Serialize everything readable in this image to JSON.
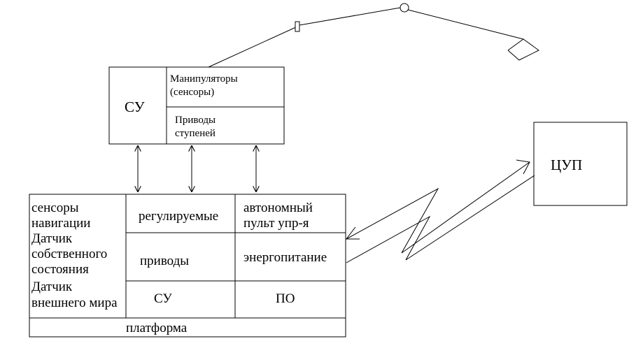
{
  "control_unit": {
    "title": "СУ",
    "manipulators_line1": "Манипуляторы",
    "manipulators_line2": "(сенсоры)",
    "drives_line1": "Приводы",
    "drives_line2": "ступеней"
  },
  "central_post": {
    "title": "ЦУП"
  },
  "platform_block": {
    "sensors": {
      "line1": "сенсоры",
      "line2": "навигации",
      "line3": "Датчик",
      "line4": "собственного",
      "line5": "состояния",
      "line6": "Датчик",
      "line7": "внешнего мира"
    },
    "adjustable": "регулируемые",
    "drives": "приводы",
    "control_system": "СУ",
    "autonomous_line1": "автономный",
    "autonomous_line2": "пульт упр-я",
    "power_supply": "энергопитание",
    "software": "ПО",
    "platform": "платформа"
  }
}
